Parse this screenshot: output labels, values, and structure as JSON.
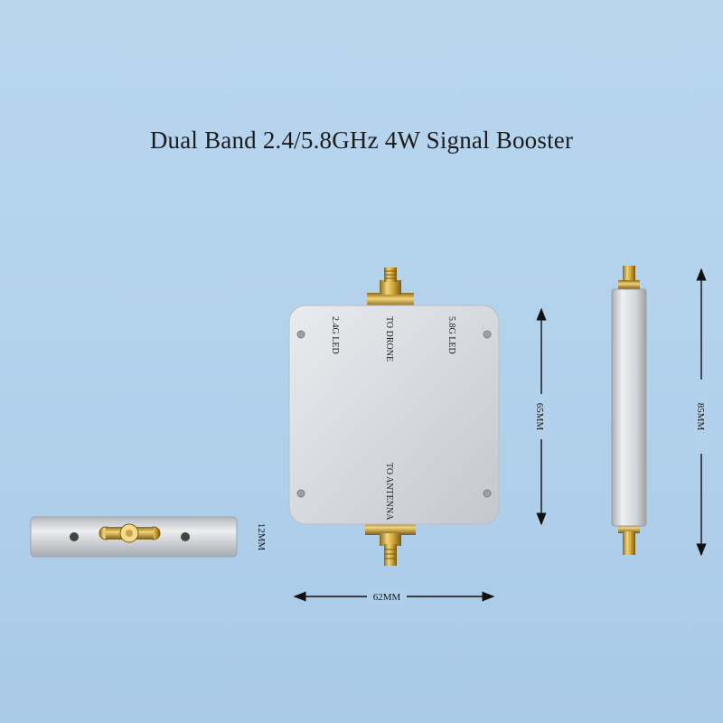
{
  "title": "Dual Band 2.4/5.8GHz 4W Signal Booster",
  "labels": {
    "led_24": "2.4G LED",
    "to_drone": "TO DRONE",
    "led_58": "5.8G LED",
    "to_antenna": "TO ANTENNA"
  },
  "dimensions": {
    "width": "62MM",
    "height": "65MM",
    "length": "85MM",
    "thickness": "12MM"
  },
  "colors": {
    "background": "#b3d2ec",
    "body": "#d4d7dc",
    "connector": "#c9a53a"
  }
}
